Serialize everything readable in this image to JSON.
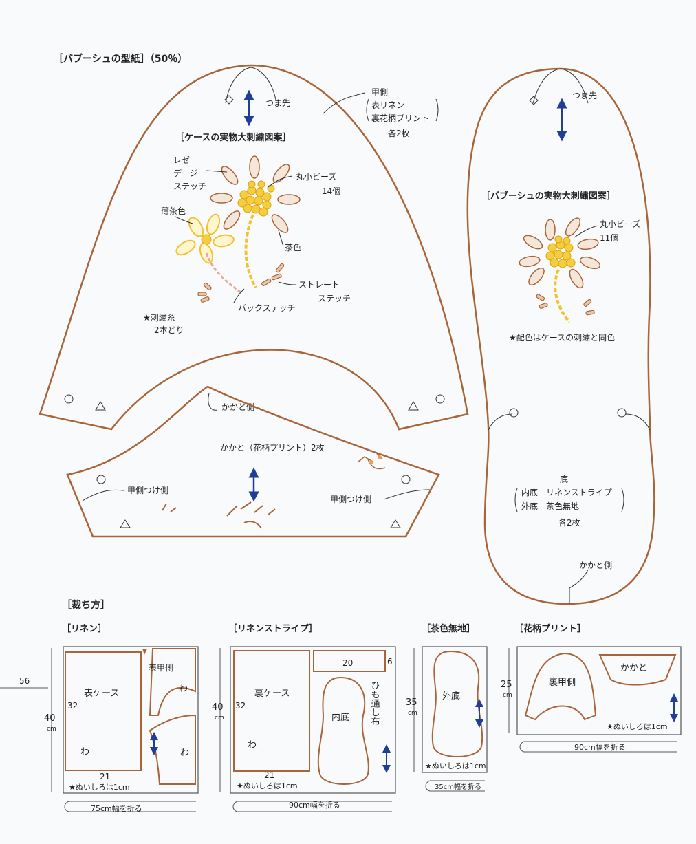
{
  "page_number": "56",
  "pattern": {
    "title": "［バブーシュの型紙］（50％）",
    "upper": {
      "toe": "つま先",
      "label_line1": "甲側",
      "label_line2": "表リネン",
      "label_line3": "裏花柄プリント",
      "count": "各2枚",
      "heel_side": "かかと側",
      "embroidery": {
        "title": "［ケースの実物大刺繍図案］",
        "lazy_daisy_1": "レゼー",
        "lazy_daisy_2": "デージー",
        "lazy_daisy_3": "ステッチ",
        "beads_1": "丸小ビーズ",
        "beads_2": "14個",
        "light_brown": "薄茶色",
        "brown": "茶色",
        "straight_1": "ストレート",
        "straight_2": "ステッチ",
        "back_stitch": "バックステッチ",
        "thread_1": "★刺繍糸",
        "thread_2": "2本どり"
      }
    },
    "heel": {
      "label": "かかと（花柄プリント）2枚",
      "left_attach": "甲側つけ側",
      "right_attach": "甲側つけ側"
    },
    "sole": {
      "toe": "つま先",
      "embroidery": {
        "title": "［バブーシュの実物大刺繍図案］",
        "beads_1": "丸小ビーズ",
        "beads_2": "11個",
        "note": "★配色はケースの刺繍と同色"
      },
      "label_title": "底",
      "inner": "内底　リネンストライプ",
      "outer": "外底　茶色無地",
      "count": "各2枚",
      "heel_side": "かかと側"
    }
  },
  "cutting": {
    "title": "［裁ち方］",
    "linen": {
      "title": "［リネン］",
      "case_label": "表ケース",
      "upper_label": "表甲側",
      "fold_1": "わ",
      "fold_2": "わ",
      "fold_3": "わ",
      "height_value": "40",
      "height_unit": "cm",
      "case_height": "32",
      "case_width": "21",
      "seam": "★ぬいしろは1cm",
      "fabric": "75cm幅を折る"
    },
    "linen_stripe": {
      "title": "［リネンストライプ］",
      "case_label": "裏ケース",
      "sole_label": "内底",
      "string_label": "ひも通し布",
      "fold": "わ",
      "height_value": "40",
      "height_unit": "cm",
      "case_height": "32",
      "case_width": "21",
      "strip_length": "20",
      "strip_width": "6",
      "seam": "★ぬいしろは1cm",
      "fabric": "90cm幅を折る"
    },
    "brown_plain": {
      "title": "［茶色無地］",
      "sole_label": "外底",
      "height_value": "35",
      "height_unit": "cm",
      "seam": "★ぬいしろは1cm",
      "fabric": "35cm幅を折る"
    },
    "floral": {
      "title": "［花柄プリント］",
      "upper_label": "裏甲側",
      "heel_label": "かかと",
      "height_value": "25",
      "height_unit": "cm",
      "seam": "★ぬいしろは1cm",
      "fabric": "90cm幅を折る"
    }
  },
  "colors": {
    "outline": "#a8653a",
    "arrow": "#1f3f96",
    "yellow": "#f2c230",
    "text": "#222222"
  }
}
